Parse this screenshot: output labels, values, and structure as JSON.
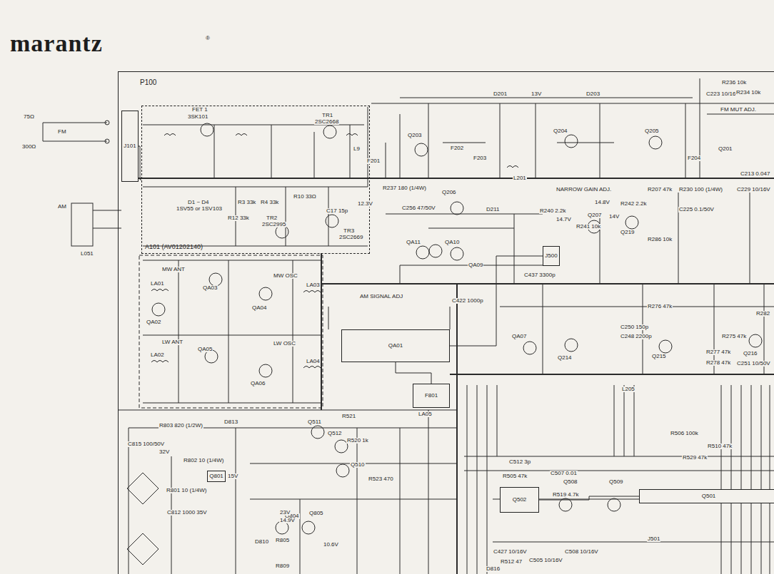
{
  "diagram": {
    "title": "marantz",
    "nodes": [
      {
        "text": [
          "P100"
        ]
      },
      {
        "text": [
          "A101 (AV01202140)"
        ],
        "in": 0
      },
      {
        "text": [
          "QA01"
        ],
        "in": 0
      },
      {
        "text": [
          "F801"
        ],
        "in": 0
      },
      {
        "text": [
          "Q501"
        ],
        "in": 0
      },
      {
        "text": [
          "Q502"
        ],
        "in": 0
      },
      {
        "text": [
          "Q801"
        ],
        "in": 0
      },
      {
        "text": [
          "J500"
        ],
        "in": 0
      },
      {
        "text": [
          "J101"
        ],
        "in": 0
      }
    ],
    "edges": [
      {
        "from": 8,
        "to": 1,
        "arrow": "none"
      },
      {
        "from": 2,
        "to": 3,
        "arrow": "none"
      },
      {
        "from": 2,
        "to": 7,
        "arrow": "none"
      },
      {
        "from": 5,
        "to": 4,
        "arrow": "none"
      }
    ],
    "labels": [
      "75Ω",
      "FM",
      "300Ω",
      "AM",
      "L051",
      "FET 1",
      "3SK101",
      "TR1",
      "2SC2668",
      "L9",
      "TR2",
      "2SC2995",
      "TR3",
      "2SC2669",
      "D1 ~ D4",
      "1SV55 or 1SV103",
      "R12 33k",
      "C17 15p",
      "R10 33Ω",
      "R3 33k",
      "R4 33k",
      "Q203",
      "Q204",
      "Q205",
      "Q201",
      "F201",
      "F202",
      "F203",
      "F204",
      "L201",
      "NARROW GAIN ADJ.",
      "FM MUT ADJ.",
      "D201",
      "D203",
      "13V",
      "Q206",
      "Q207",
      "Q219",
      "D211",
      "R237 180 (1/4W)",
      "C256 47/50V",
      "12.3V",
      "QA10",
      "QA09",
      "QA11",
      "AM SIGNAL ADJ",
      "LA05",
      "C437 3300p",
      "C422 1000p",
      "MW ANT",
      "MW OSC",
      "LW ANT",
      "LW OSC",
      "QA02",
      "QA03",
      "QA04",
      "QA05",
      "QA06",
      "LA01",
      "LA02",
      "LA03",
      "LA04",
      "QA07",
      "Q214",
      "Q215",
      "Q216",
      "L205",
      "Q511",
      "Q512",
      "Q510",
      "Q804",
      "Q805",
      "Q508",
      "Q509",
      "J501",
      "R802 10 (1/4W)",
      "R801 10 (1/4W)",
      "C812 1000 35V",
      "C815 100/50V",
      "32V",
      "R803 820 (1/2W)",
      "15V",
      "23V",
      "14.9V",
      "10.6V",
      "R805",
      "R809",
      "D810",
      "D813",
      "R521",
      "R520 1k",
      "R523 470",
      "C507 0.01",
      "C512 3p",
      "R519 4.7k",
      "R529 47k",
      "R506 100k",
      "R510 47k",
      "R505 47k",
      "C427 10/16V",
      "C505 10/16V",
      "C508 10/16V",
      "R512 47",
      "D816",
      "R286 10k",
      "R240 2.2k",
      "R241 10k",
      "C223 10/16V",
      "R234 10k",
      "R236 10k",
      "R276 47k",
      "R282",
      "C250 150p",
      "C248 2200p",
      "R275 47k",
      "R277 47k",
      "R278 47k",
      "C251 10/50V",
      "R230 100 (1/4W)",
      "C225 0.1/50V",
      "R207 47k",
      "R242 2.2k",
      "C229 10/16V",
      "C213 0.047",
      "14.8V",
      "14V",
      "14.7V",
      "®"
    ]
  }
}
